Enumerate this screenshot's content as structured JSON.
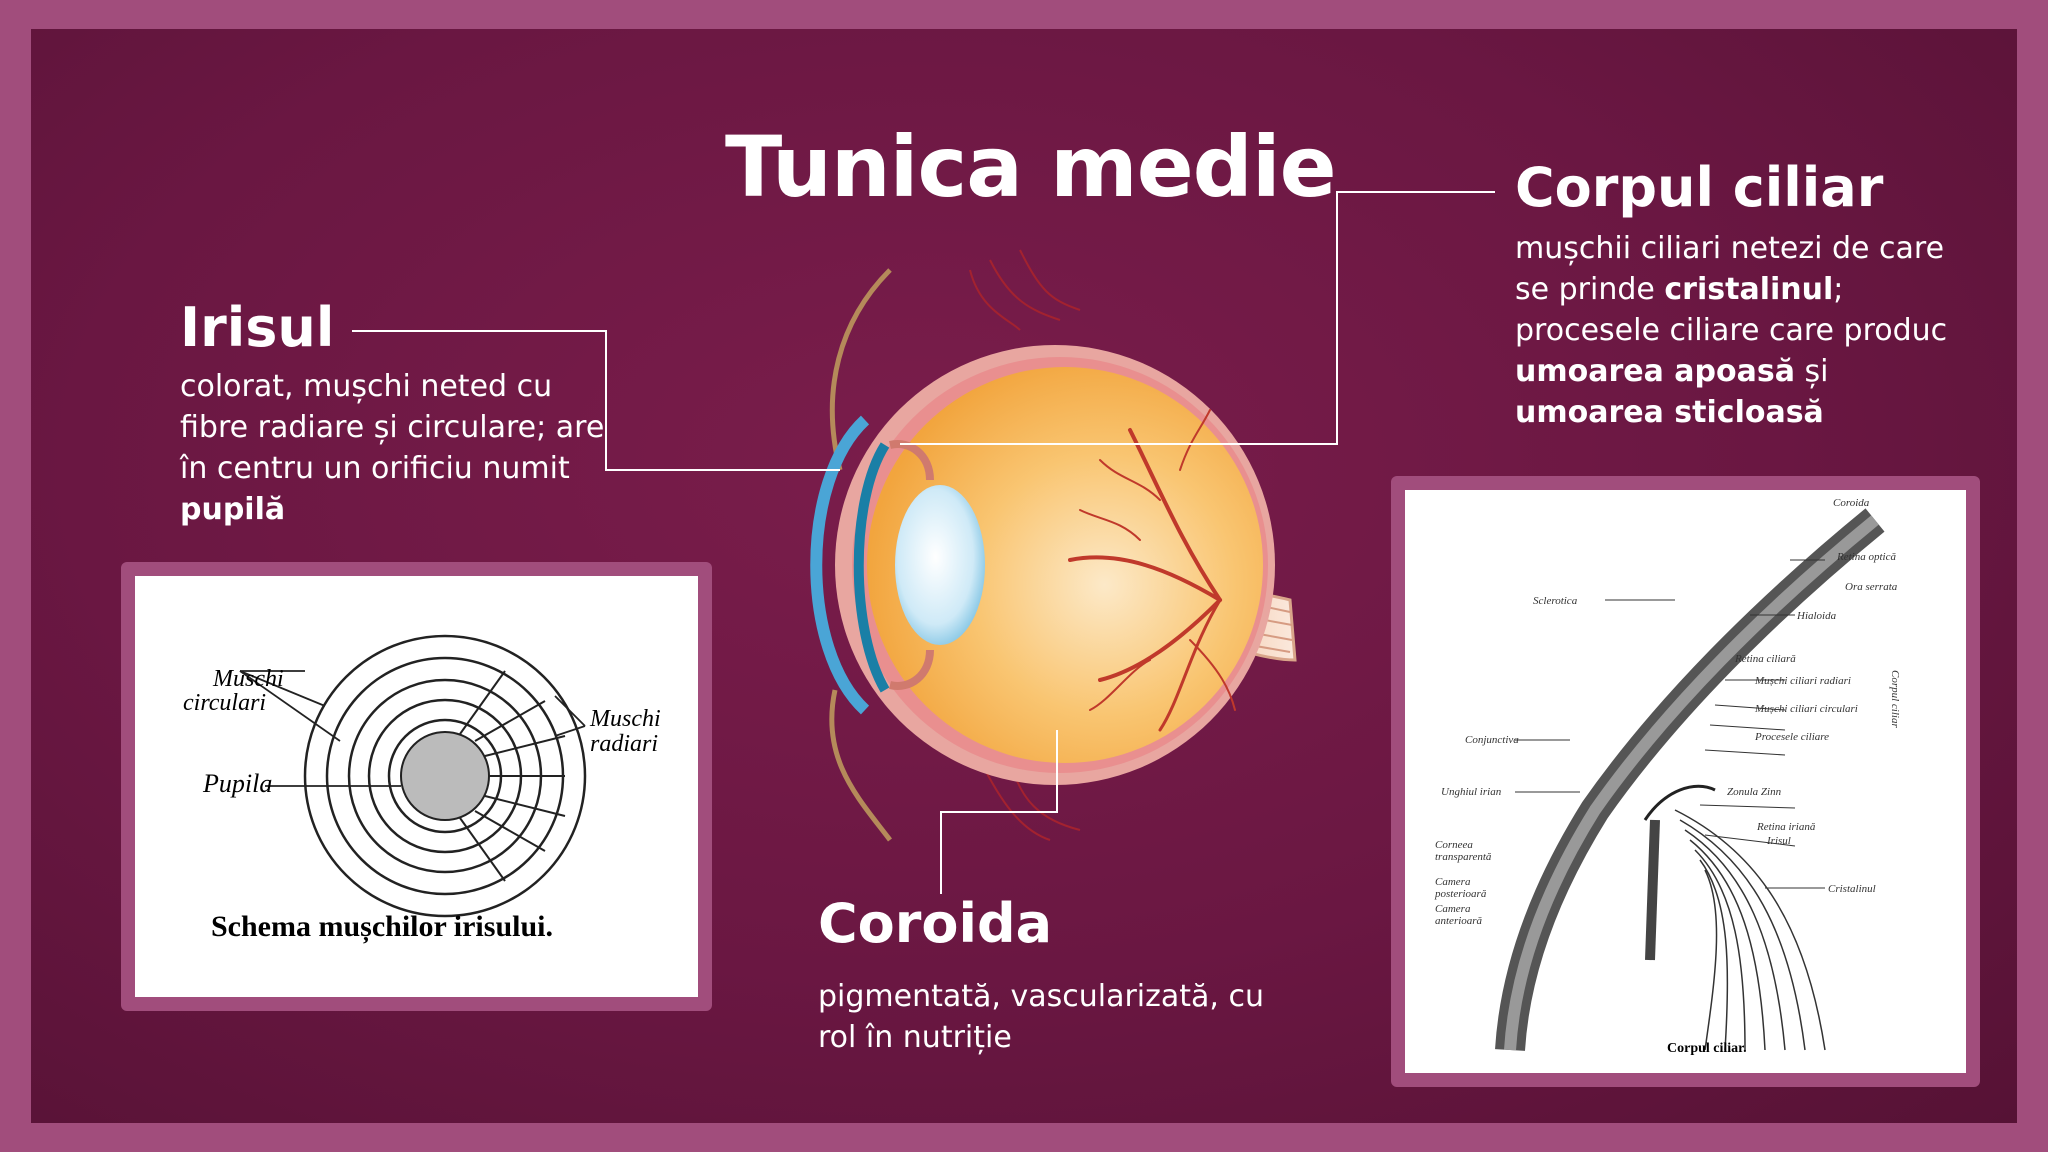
{
  "title": "Tunica medie",
  "irisul": {
    "heading": "Irisul",
    "line1": "colorat, mușchi neted cu",
    "line2": "fibre radiare și circulare; are",
    "line3": "în centru un orificiu numit",
    "bold": "pupilă"
  },
  "corpul": {
    "heading": "Corpul ciliar",
    "line1": "mușchii ciliari netezi de care",
    "line2_pre": "se prinde ",
    "line2_bold": "cristalinul",
    "line2_post": ";",
    "line3": "procesele ciliare care produc",
    "line4_bold": "umoarea apoasă",
    "line4_post": " și",
    "line5_bold": "umoarea sticloasă"
  },
  "coroida": {
    "heading": "Coroida",
    "line1": "pigmentată, vascularizată, cu",
    "line2": "rol în nutriție"
  },
  "iris_schema": {
    "caption": "Schema mușchilor irisului.",
    "label_circ1": "Muschi",
    "label_circ2": "circulari",
    "label_rad1": "Muschi",
    "label_rad2": "radiari",
    "label_pupila": "Pupila"
  },
  "ciliar_schema": {
    "caption": "Corpul ciliar.",
    "labels": {
      "coroida": "Coroida",
      "retina_optica": "Retina optică",
      "ora_serrata": "Ora serrata",
      "sclerotica": "Sclerotica",
      "hialoida": "Hialoida",
      "retina_ciliara": "Retina ciliară",
      "muschi_radiari": "Mușchi ciliari radiari",
      "muschi_circulari": "Mușchi ciliari circulari",
      "procese": "Procesele ciliare",
      "corpul_ciliar_v": "Corpul ciliar",
      "conjunctiva": "Conjunctiva",
      "unghiul": "Unghiul irian",
      "zonula": "Zonula Zinn",
      "retina_iriana": "Retina iriană",
      "irisul": "Irisul",
      "cornee1": "Corneea",
      "cornee2": "transparentă",
      "camera_post1": "Camera",
      "camera_post2": "posterioară",
      "camera_ant1": "Camera",
      "camera_ant2": "anterioară",
      "cristalinul": "Cristalinul"
    }
  },
  "colors": {
    "outer_frame": "#a14d7c",
    "slide_bg": "#6a1742",
    "text": "#ffffff"
  }
}
